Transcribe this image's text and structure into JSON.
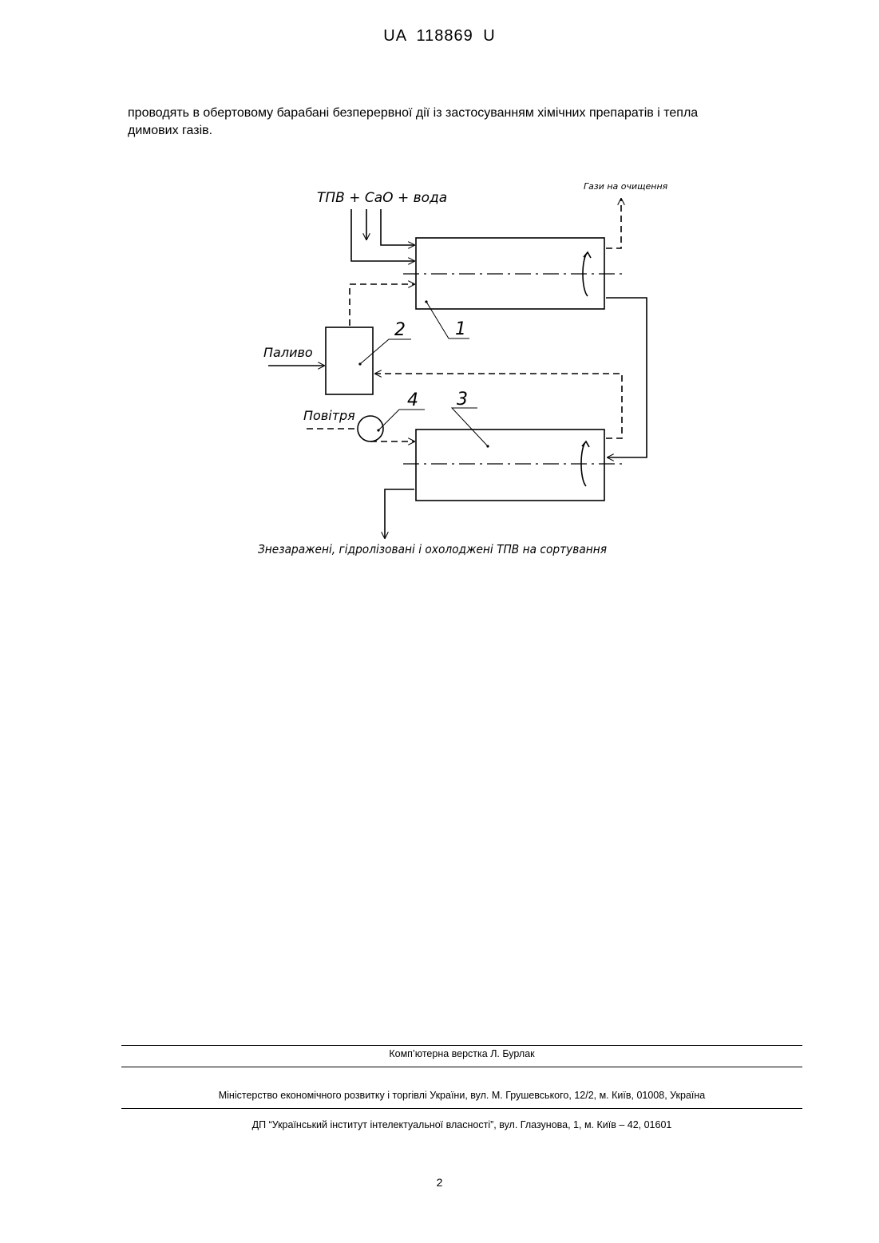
{
  "header": {
    "doc_id": "UA 118869 U"
  },
  "body_text": {
    "line1": "проводять в обертовому барабані безперервної дії із застосуванням хімічних препаратів і тепла",
    "line2": "димових газів."
  },
  "figure": {
    "input_label": "ТПВ + CaO + вода",
    "gas_outlet_label": "Гази на очищення",
    "fuel_label": "Паливо",
    "air_label": "Повітря",
    "output_label": "Знезаражені, гідролізовані і охолоджені ТПВ на сортування",
    "ref_1": "1",
    "ref_2": "2",
    "ref_3": "3",
    "ref_4": "4"
  },
  "footer": {
    "typesetting": "Комп’ютерна верстка Л. Бурлак",
    "ministry": "Міністерство економічного розвитку і торгівлі України, вул. М. Грушевського, 12/2, м. Київ, 01008, Україна",
    "institute": "ДП “Український інститут інтелектуальної власності”, вул. Глазунова, 1, м. Київ – 42, 01601"
  },
  "page_number": "2"
}
